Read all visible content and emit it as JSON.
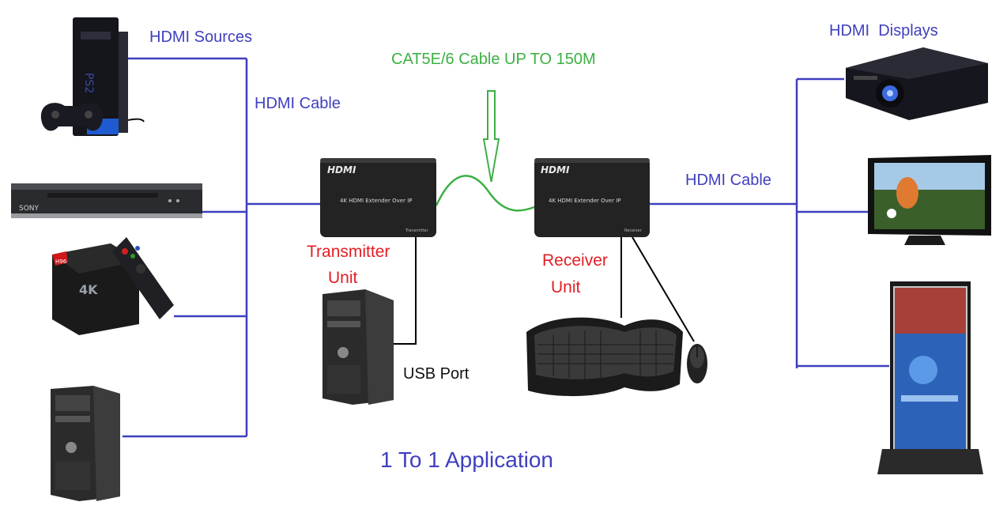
{
  "labels": {
    "hdmi_sources": "HDMI Sources",
    "hdmi_cable_left": "HDMI Cable",
    "cat_cable": "CAT5E/6 Cable UP TO 150M",
    "transmitter_line1": "Transmitter",
    "transmitter_line2": "Unit",
    "receiver_line1": "Receiver",
    "receiver_line2": "Unit",
    "usb_port": "USB Port",
    "hdmi_cable_right": "HDMI Cable",
    "hdmi_displays": "HDMI  Displays",
    "application_title": "1 To 1 Application"
  },
  "devices": {
    "transmitter": {
      "logo": "HDMI",
      "model": "4K HDMI Extender Over IP",
      "tag": "Transmitter"
    },
    "receiver": {
      "logo": "HDMI",
      "model": "4K HDMI Extender Over IP",
      "tag": "Receiver"
    },
    "dvd_brand": "SONY",
    "tvbox_brand": "H96",
    "tvbox_label": "4K"
  },
  "colors": {
    "line_blue": "#3f3fbf",
    "label_red": "#e31e24",
    "cable_green": "#3cb043",
    "device_dark": "#2b2b2b"
  }
}
